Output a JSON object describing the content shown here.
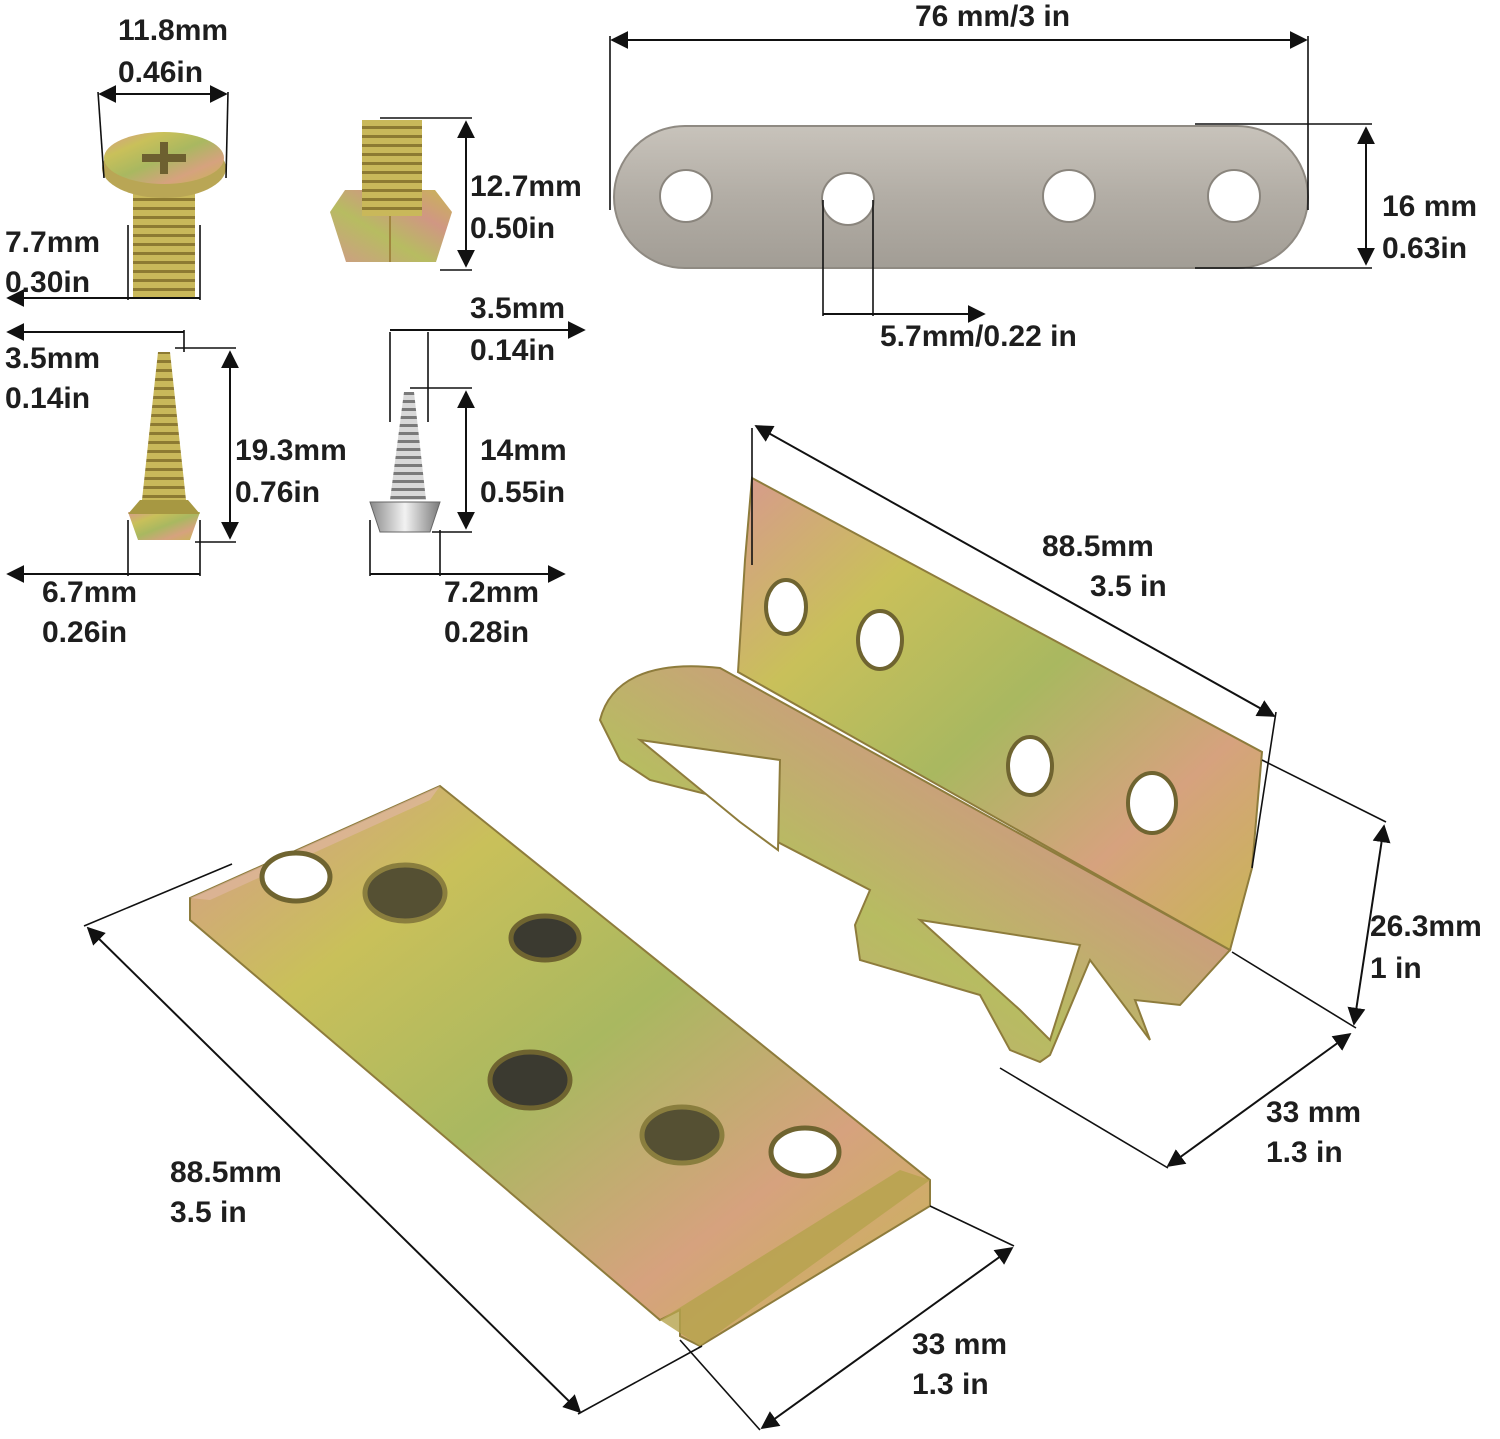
{
  "colors": {
    "background": "#ffffff",
    "text": "#1e1e1e",
    "line": "#111111",
    "zinc_yellow": "#c9b84a",
    "zinc_pink": "#c98f8a",
    "zinc_green": "#9db35a",
    "steel": "#b8b3ab"
  },
  "dimensions": {
    "bolt_head_width": {
      "mm": "11.8mm",
      "in": "0.46in"
    },
    "bolt_thread_length": {
      "mm": "7.7mm",
      "in": "0.30in"
    },
    "hex_bolt_length": {
      "mm": "12.7mm",
      "in": "0.50in"
    },
    "plate_length": {
      "text": "76 mm/3 in"
    },
    "plate_width": {
      "mm": "16 mm",
      "in": "0.63in"
    },
    "plate_hole": {
      "text": "5.7mm/0.22 in"
    },
    "wood_screw_diameter": {
      "mm": "3.5mm",
      "in": "0.14in"
    },
    "wood_screw_length": {
      "mm": "19.3mm",
      "in": "0.76in"
    },
    "wood_screw_head": {
      "mm": "6.7mm",
      "in": "0.26in"
    },
    "small_screw_diameter": {
      "mm": "3.5mm",
      "in": "0.14in"
    },
    "small_screw_length": {
      "mm": "14mm",
      "in": "0.55in"
    },
    "small_screw_head": {
      "mm": "7.2mm",
      "in": "0.28in"
    },
    "hook_bracket_length": {
      "mm": "88.5mm",
      "in": "3.5 in"
    },
    "hook_bracket_height": {
      "mm": "26.3mm",
      "in": "1 in"
    },
    "hook_bracket_depth": {
      "mm": "33 mm",
      "in": "1.3 in"
    },
    "receiver_plate_length": {
      "mm": "88.5mm",
      "in": "3.5 in"
    },
    "receiver_plate_width": {
      "mm": "33 mm",
      "in": "1.3 in"
    }
  }
}
